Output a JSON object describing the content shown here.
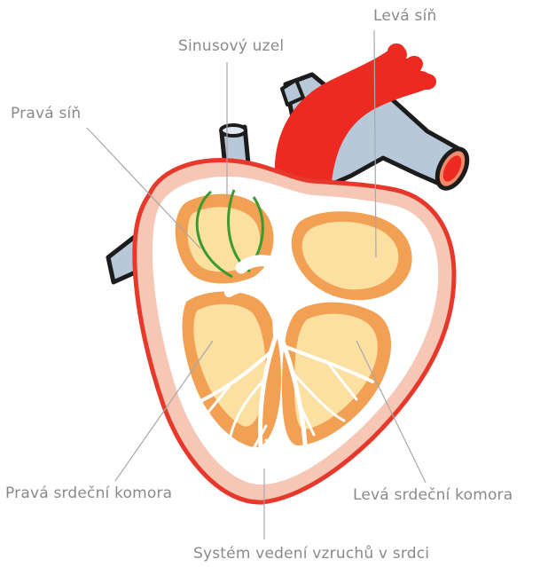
{
  "labels": {
    "sinus_node": "Sinusový uzel",
    "left_atrium": "Levá síň",
    "right_atrium": "Pravá síň",
    "right_ventricle": "Pravá srdeční komora",
    "left_ventricle": "Levá srdeční komora",
    "conduction_system": "Systém vedení vzruchů v srdci"
  },
  "colors": {
    "aorta": "#ec2a22",
    "veins": "#b7c8d8",
    "vein_outline": "#1c1c1c",
    "heart_wall": "#f6c7b5",
    "heart_outline": "#e6382b",
    "cavity_outline": "#f1a054",
    "cavity_fill": "#fbe0a2",
    "sinus_node": "#3d9a2e",
    "conduction": "#ffffff",
    "label_text": "#8a8a8a",
    "leader_line": "#a8a8a8"
  }
}
